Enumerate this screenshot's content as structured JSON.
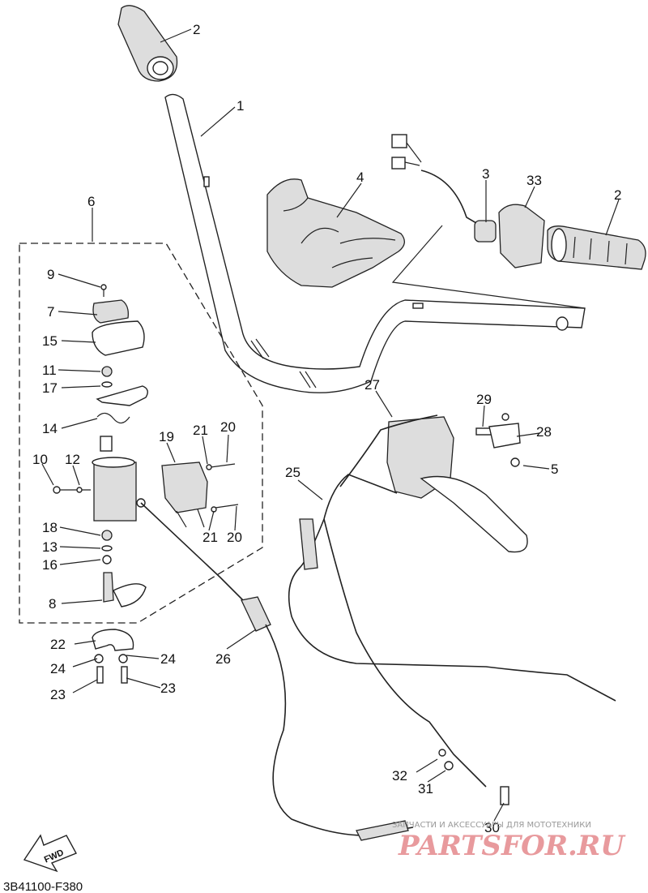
{
  "diagram_code": "3B41100-F380",
  "direction_label": "FWD",
  "watermark": {
    "caption": "ЗАПЧАСТИ И АКСЕССУАРЫ ДЛЯ МОТОТЕХНИКИ",
    "brand": "PARTSFOR.RU"
  },
  "callouts": [
    "1",
    "2",
    "2",
    "3",
    "33",
    "4",
    "5",
    "6",
    "7",
    "8",
    "9",
    "10",
    "11",
    "12",
    "13",
    "14",
    "15",
    "16",
    "17",
    "18",
    "19",
    "20",
    "20",
    "21",
    "21",
    "22",
    "23",
    "23",
    "24",
    "24",
    "25",
    "26",
    "27",
    "28",
    "29",
    "30",
    "31",
    "32"
  ],
  "colors": {
    "line": "#222222",
    "watermark": "#e5898d"
  }
}
